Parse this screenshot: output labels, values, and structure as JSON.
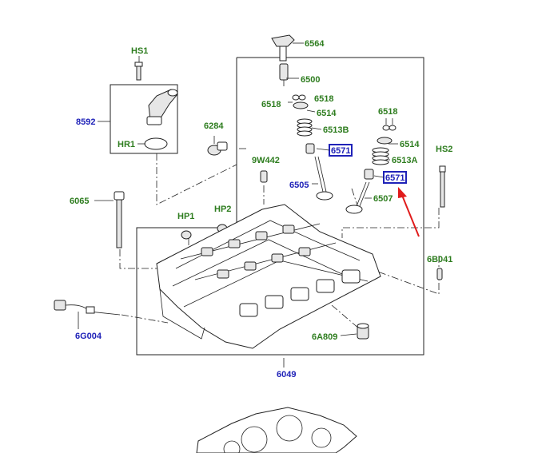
{
  "labels": {
    "hs1": "HS1",
    "p8592": "8592",
    "hr1": "HR1",
    "p6564": "6564",
    "p6500": "6500",
    "p6518a": "6518",
    "p6518b": "6518",
    "p6514a": "6514",
    "p6513b": "6513B",
    "p6571a": "6571",
    "p6284": "6284",
    "p9w442": "9W442",
    "p6505": "6505",
    "p6518c": "6518",
    "p6514b": "6514",
    "p6513a": "6513A",
    "p6571b": "6571",
    "p6507": "6507",
    "hs2": "HS2",
    "p6065": "6065",
    "hp1": "HP1",
    "hp2": "HP2",
    "p6b041": "6B041",
    "p6g004": "6G004",
    "p6a809": "6A809",
    "p6049": "6049"
  },
  "colors": {
    "part_label_green": "#2e7d1f",
    "part_label_blue": "#1f22b8",
    "highlight_box": "#1f22b8",
    "pointer_arrow": "#e01b1b"
  },
  "highlighted_parts": [
    "6571"
  ]
}
